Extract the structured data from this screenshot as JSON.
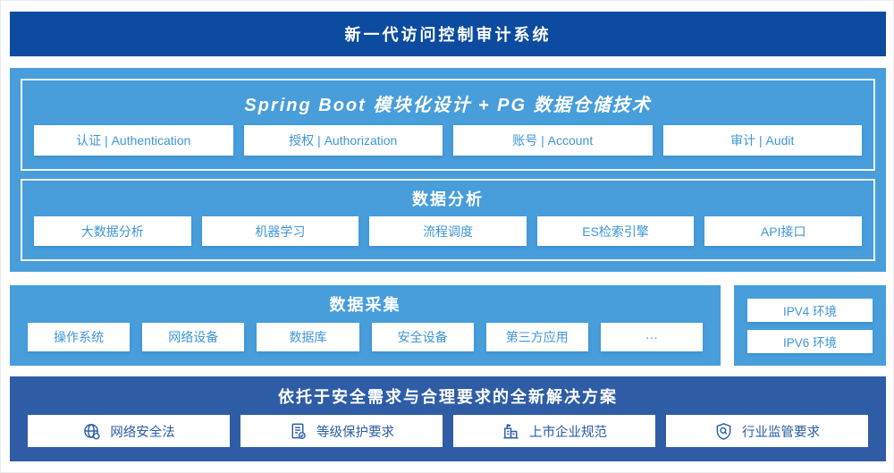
{
  "colors": {
    "banner_blue": "#0d4ba0",
    "section_blue": "#479edb",
    "solution_blue": "#2e5da6",
    "box_text_blue": "#3e96d9",
    "solution_text_blue": "#2b5ca7",
    "white": "#ffffff"
  },
  "header": {
    "title": "新一代访问控制审计系统"
  },
  "platform": {
    "title": "Spring Boot 模块化设计 + PG 数据仓储技术",
    "modules": [
      "认证 | Authentication",
      "授权 | Authorization",
      "账号 | Account",
      "审计 | Audit"
    ]
  },
  "analysis": {
    "title": "数据分析",
    "modules": [
      "大数据分析",
      "机器学习",
      "流程调度",
      "ES检索引擎",
      "API接口"
    ]
  },
  "collection": {
    "title": "数据采集",
    "modules": [
      "操作系统",
      "网络设备",
      "数据库",
      "安全设备",
      "第三方应用",
      "···"
    ]
  },
  "environments": {
    "items": [
      "IPV4 环境",
      "IPV6 环境"
    ]
  },
  "solution": {
    "title": "依托于安全需求与合理要求的全新解决方案",
    "items": [
      {
        "icon": "globe-icon",
        "label": "网络安全法"
      },
      {
        "icon": "document-check-icon",
        "label": "等级保护要求"
      },
      {
        "icon": "building-icon",
        "label": "上市企业规范"
      },
      {
        "icon": "shield-search-icon",
        "label": "行业监管要求"
      }
    ]
  }
}
